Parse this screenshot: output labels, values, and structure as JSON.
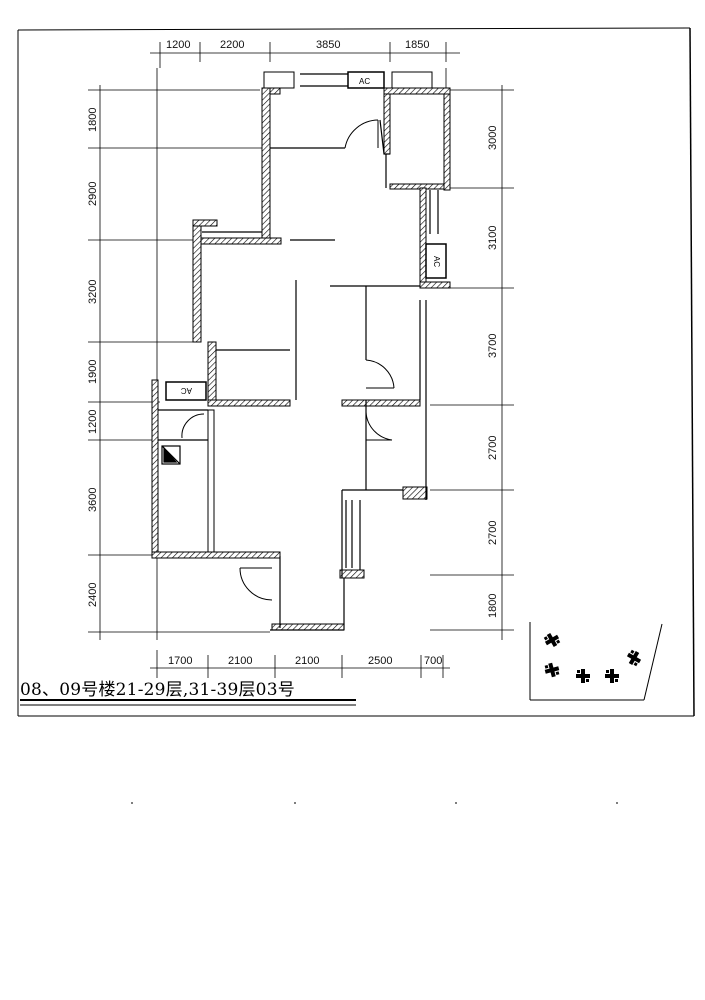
{
  "caption": "08、09号楼21-29层,31-39层03号",
  "dimensions": {
    "top": [
      "1200",
      "2200",
      "3850",
      "1850"
    ],
    "bottom": [
      "1700",
      "2100",
      "2100",
      "2500",
      "700"
    ],
    "left": [
      "1800",
      "2900",
      "3200",
      "1900",
      "1200",
      "3600",
      "2400"
    ],
    "right": [
      "3000",
      "3100",
      "3700",
      "2700",
      "2700",
      "1800"
    ]
  },
  "ac_labels": {
    "top": "AC",
    "right": "AC",
    "left": "AC"
  }
}
